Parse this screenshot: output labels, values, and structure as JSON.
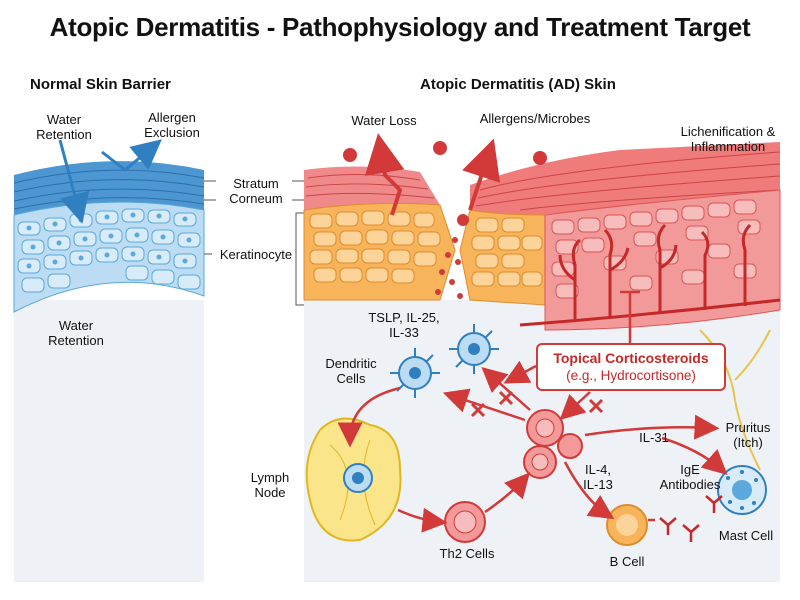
{
  "title": "Atopic Dermatitis - Pathophysiology and Treatment Target",
  "left_panel": {
    "title": "Normal Skin Barrier",
    "water_retention_top": "Water\nRetention",
    "allergen_exclusion": "Allergen\nExclusion",
    "water_retention_bottom": "Water\nRetention"
  },
  "layers": {
    "stratum_corneum": "Stratum\nCorneum",
    "keratinocyte": "Keratinocyte"
  },
  "right_panel": {
    "title": "Atopic Dermatitis (AD) Skin",
    "water_loss": "Water Loss",
    "allergens_microbes": "Allergens/Microbes",
    "lichenification": "Lichenification &\nInflammation",
    "cytokines": "TSLP, IL-25,\nIL-33",
    "dendritic_cells": "Dendritic\nCells",
    "lymph_node": "Lymph\nNode",
    "th2_cells": "Th2 Cells",
    "il4_il13": "IL-4,\nIL-13",
    "il31": "IL-31",
    "pruritus": "Pruritus\n(Itch)",
    "ige": "IgE\nAntibodies",
    "b_cell": "B Cell",
    "mast_cell": "Mast Cell"
  },
  "treatment": {
    "name": "Topical Corticosteroids",
    "example": "(e.g., Hydrocortisone)"
  },
  "colors": {
    "skin_blue": "#5aa8dc",
    "skin_blue_light": "#cfe6f7",
    "ad_red": "#e3585a",
    "ad_orange": "#f6b55e",
    "accent_red": "#c62828",
    "background_panel": "#eef2f6"
  }
}
